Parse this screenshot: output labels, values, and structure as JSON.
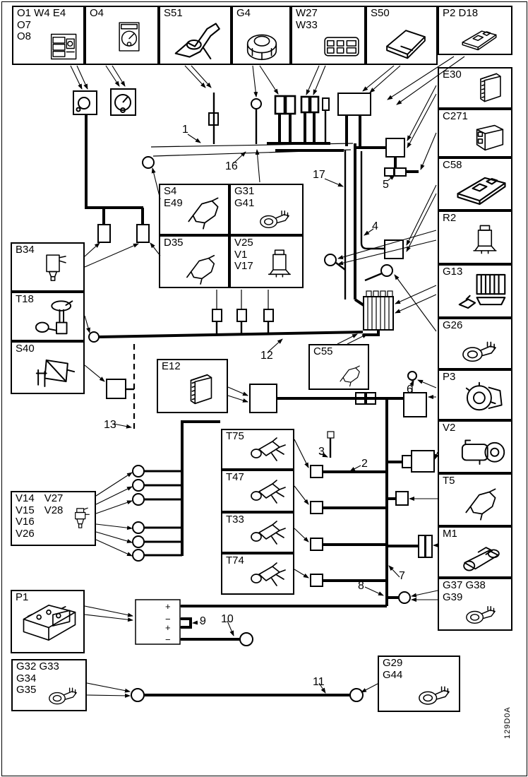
{
  "figure_code": "129D0A",
  "boxes": {
    "o1": "O1 W4 E4\nO7\nO8",
    "o4": "O4",
    "s51": "S51",
    "g4": "G4",
    "w27": "W27\nW33",
    "s50": "S50",
    "p2d18": "P2 D18",
    "e30": "E30",
    "c271": "C271",
    "c58": "C58",
    "r2": "R2",
    "g13": "G13",
    "g26": "G26",
    "p3": "P3",
    "v2": "V2",
    "t5": "T5",
    "m1": "M1",
    "g37": "G37 G38\nG39",
    "s4": "S4\nE49",
    "g31": "G31\nG41",
    "d35": "D35",
    "v25": "V25\nV1\nV17",
    "b34": "B34",
    "t18": "T18",
    "s40": "S40",
    "e12": "E12",
    "c55": "C55",
    "t75": "T75",
    "t47": "T47",
    "t33": "T33",
    "t74": "T74",
    "v14_col1": "V14\nV15\nV16\nV26",
    "v14_col2": "V27\nV28",
    "p1": "P1",
    "g32": "G32 G33\nG34\nG35",
    "g29": "G29\nG44"
  },
  "wire_labels": {
    "n1": "1",
    "n2": "2",
    "n3": "3",
    "n4": "4",
    "n5": "5",
    "n6": "6",
    "n7": "7",
    "n8": "8",
    "n9": "9",
    "n10": "10",
    "n11": "11",
    "n12": "12",
    "n13": "13",
    "n16": "16",
    "n17": "17"
  },
  "battery_terminals": {
    "t1": "+",
    "t2": "−",
    "t3": "+",
    "t4": "−"
  }
}
